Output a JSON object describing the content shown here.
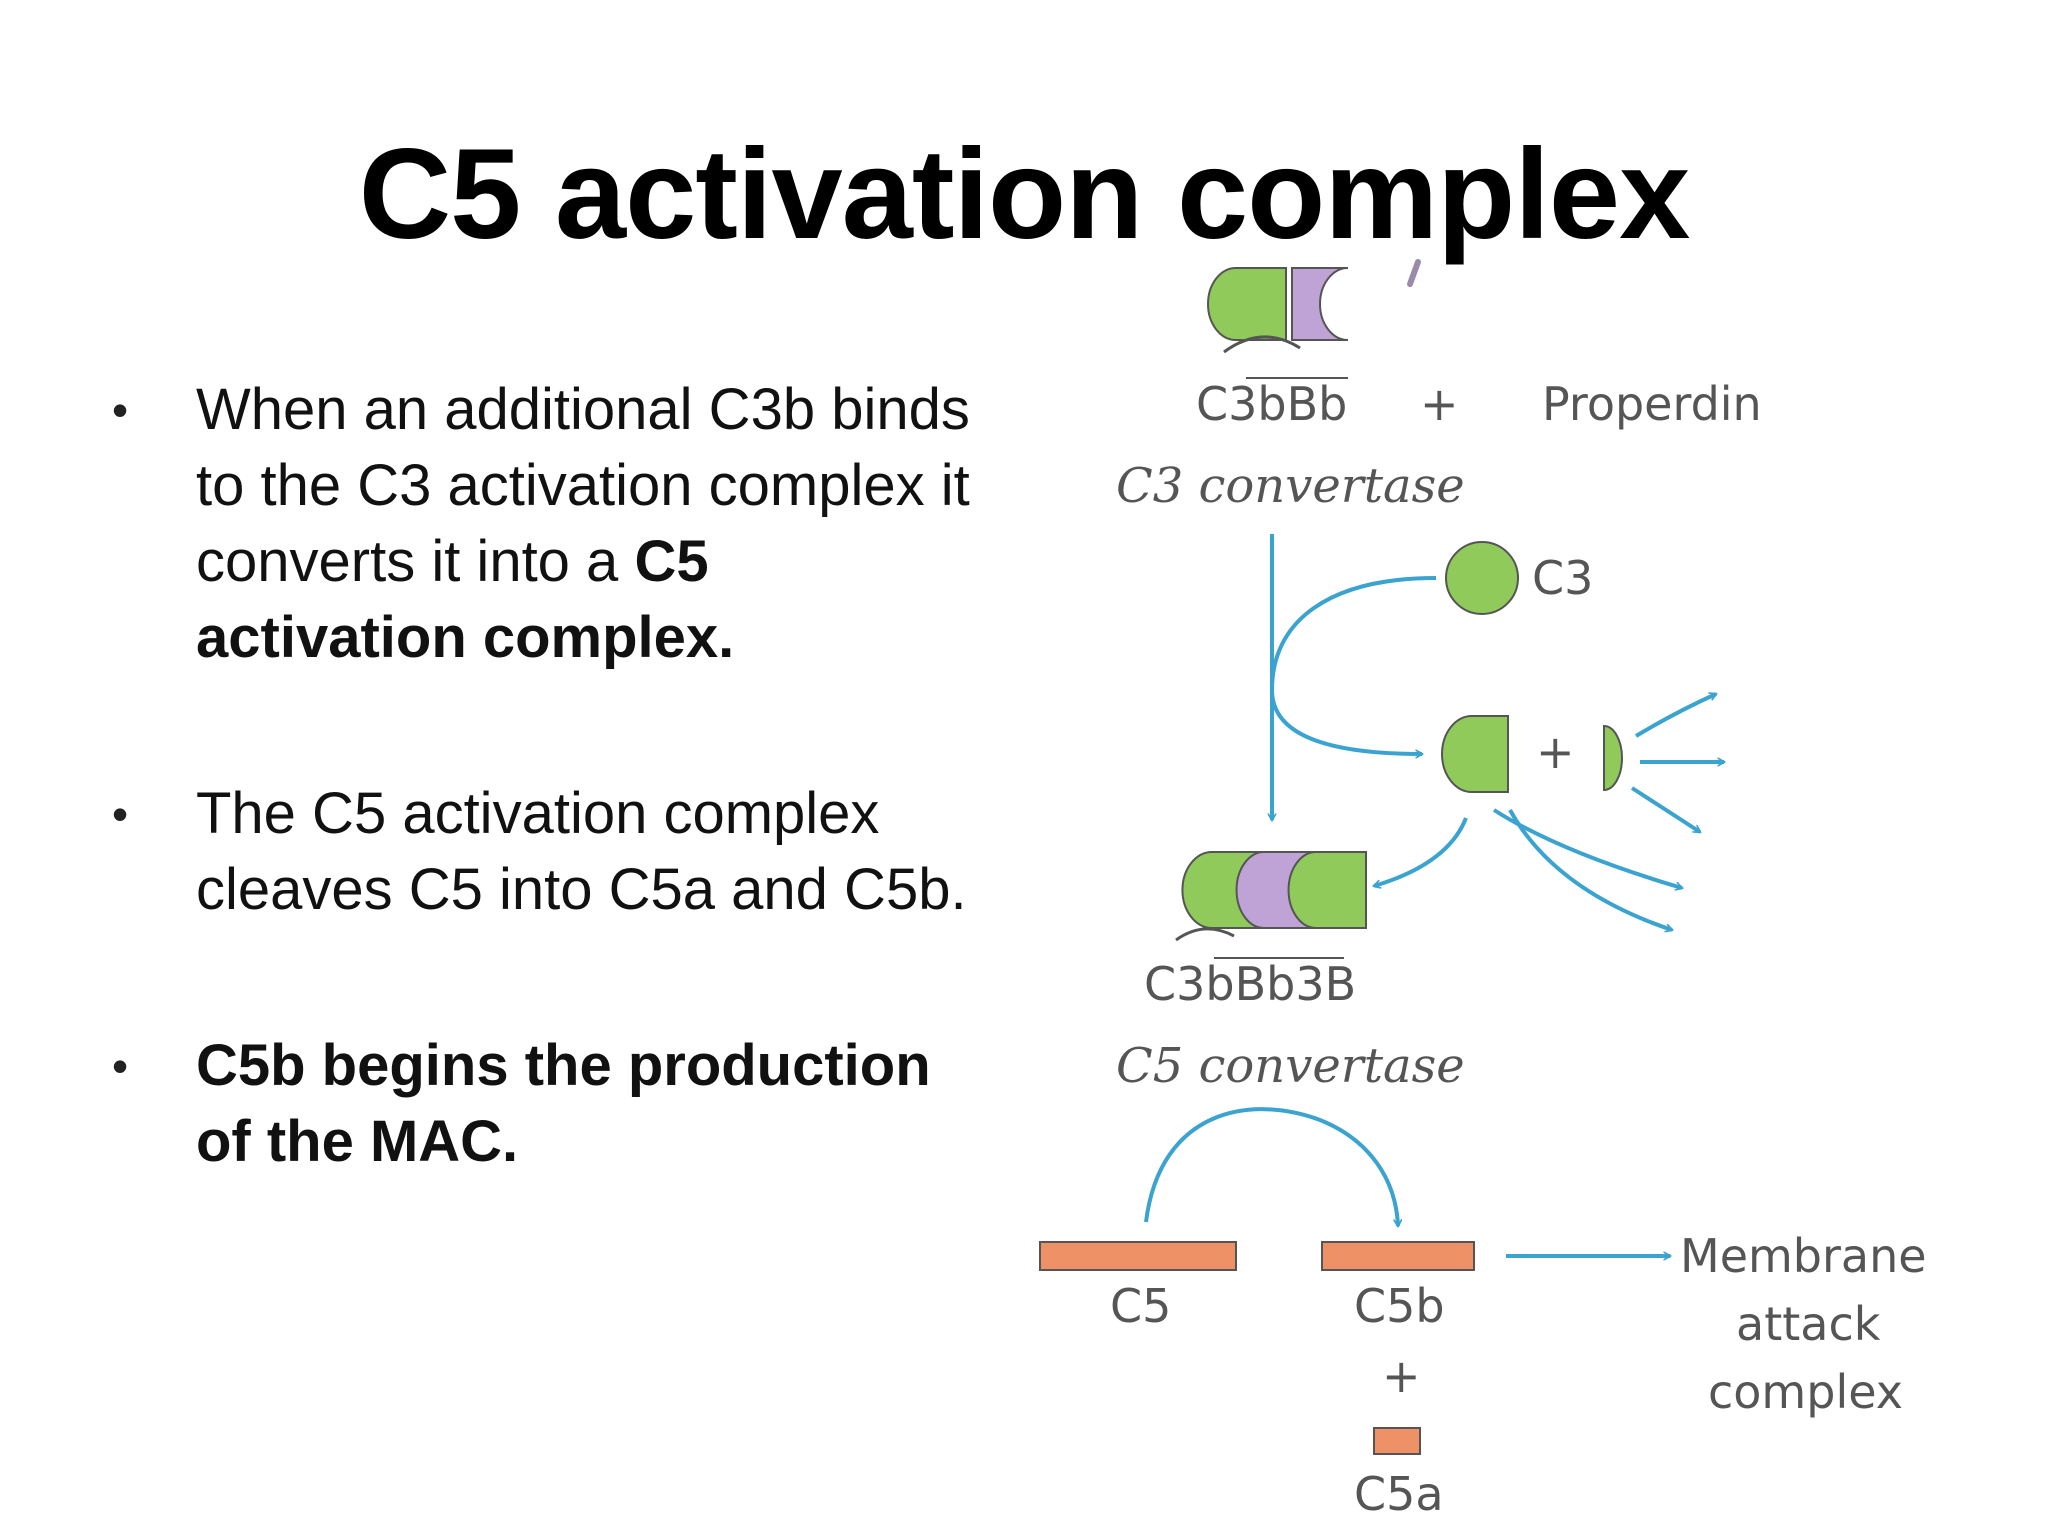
{
  "slide": {
    "title": "C5 activation complex",
    "bullets": [
      {
        "text": "When an additional C3b binds to the C3 activation complex it converts it into a ",
        "bold": "C5 activation complex."
      },
      {
        "text": "The C5 activation complex cleaves C5 into C5a and C5b."
      },
      {
        "bold": "C5b begins the production of the MAC."
      }
    ]
  },
  "diagram": {
    "c3bbb": "C3bBb",
    "plus1": "+",
    "properdin": "Properdin",
    "c3_convertase": "C3 convertase",
    "c3": "C3",
    "plus2": "+",
    "c3bbb3b": "C3bBb3B",
    "c5_convertase": "C5 convertase",
    "c5": "C5",
    "c5b": "C5b",
    "plus3": "+",
    "c5a": "C5a",
    "mac_line1": "Membrane",
    "mac_line2": "attack",
    "mac_line3": "complex"
  },
  "colors": {
    "green": "#8fca5a",
    "purple": "#bfa3d6",
    "arrow_blue": "#3aa3d0",
    "orange": "#ef9166",
    "label_gray": "#555555"
  }
}
